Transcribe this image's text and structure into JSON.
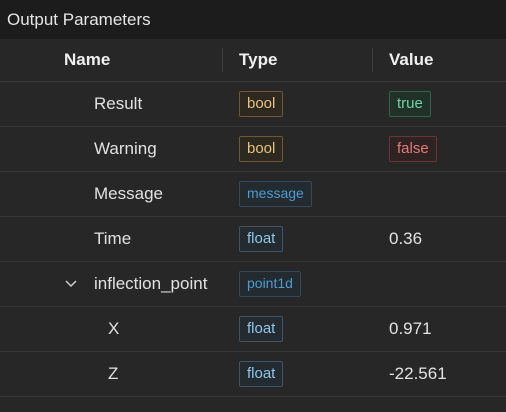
{
  "panel": {
    "title": "Output Parameters"
  },
  "columns": {
    "name": "Name",
    "type": "Type",
    "value": "Value"
  },
  "rows": [
    {
      "name": "Result",
      "type": "bool",
      "value": "true"
    },
    {
      "name": "Warning",
      "type": "bool",
      "value": "false"
    },
    {
      "name": "Message",
      "type": "message",
      "value": ""
    },
    {
      "name": "Time",
      "type": "float",
      "value": "0.36"
    },
    {
      "name": "inflection_point",
      "type": "point1d",
      "value": ""
    },
    {
      "name": "X",
      "type": "float",
      "value": "0.971"
    },
    {
      "name": "Z",
      "type": "float",
      "value": "-22.561"
    }
  ],
  "icons": {
    "expand": "chevron-down-icon"
  },
  "colors": {
    "bool": "#e8c37a",
    "float": "#8fc6ea",
    "true": "#6fd3a4",
    "false": "#e07b7b"
  }
}
